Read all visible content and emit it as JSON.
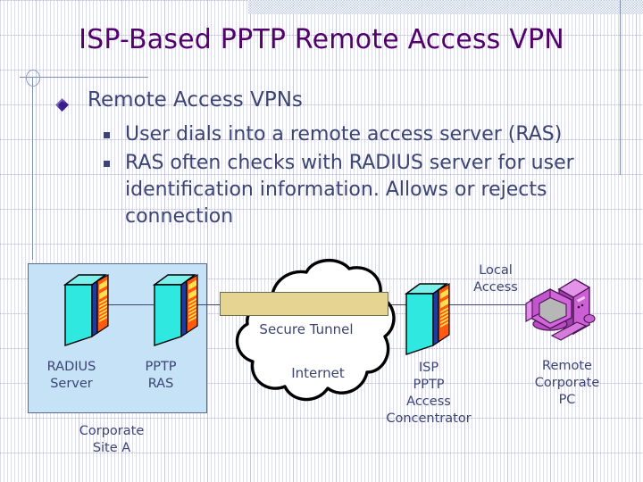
{
  "slide": {
    "title": "ISP-Based PPTP Remote Access VPN",
    "title_color": "#52006B",
    "body_color": "#3b4472",
    "bullets": {
      "level1": "Remote Access VPNs",
      "level2": [
        "User dials into a remote access server (RAS)",
        "RAS often checks with RADIUS server for user identification information. Allows or rejects connection"
      ]
    }
  },
  "diagram": {
    "site_box": {
      "fill": "#c6e2f7",
      "border": "#5a6a8c",
      "caption": "Corporate\nSite A",
      "caption_line1": "Corporate",
      "caption_line2": "Site A",
      "nodes": [
        {
          "label_line1": "RADIUS",
          "label_line2": "Server",
          "icon": "server-icon"
        },
        {
          "label_line1": "PPTP",
          "label_line2": "RAS",
          "icon": "server-icon"
        }
      ]
    },
    "cloud": {
      "icon": "cloud-icon",
      "label": "Internet",
      "fill": "#ffffff",
      "outline": "#000000"
    },
    "tunnel": {
      "label": "Secure Tunnel",
      "fill": "#e6d493",
      "border": "#6b6b4e"
    },
    "isp": {
      "icon": "server-icon",
      "label_line1": "ISP",
      "label_line2": "PPTP",
      "label_line3": "Access",
      "label_line4": "Concentrator"
    },
    "local_access": {
      "label_line1": "Local",
      "label_line2": "Access"
    },
    "remote_pc": {
      "icon": "desktop-computer-icon",
      "color": "#d060d8",
      "label_line1": "Remote",
      "label_line2": "Corporate",
      "label_line3": "PC"
    },
    "colors": {
      "server_front": "#2fe8e0",
      "server_top": "#7ef0ec",
      "server_edge": "#1c2a6b",
      "server_panel": "#ff5a10",
      "server_panel_detail": "#ffe14d",
      "connector_line": "#3b4472"
    }
  }
}
